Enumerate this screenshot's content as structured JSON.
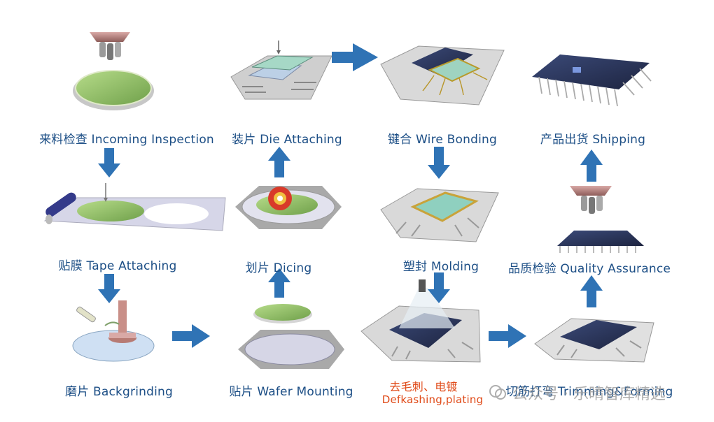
{
  "steps": {
    "incoming": "来料检查 Incoming Inspection",
    "tape": "贴膜 Tape Attaching",
    "backgrinding": "磨片 Backgrinding",
    "wafer_mounting": "贴片 Wafer Mounting",
    "dicing": "划片 Dicing",
    "die_attaching": "装片 Die Attaching",
    "wire_bonding": "键合 Wire Bonding",
    "molding": "塑封 Molding",
    "deflash_cn": "去毛刺、电镀",
    "deflash_en": "Defkashing,plating",
    "trimming": "切筋打弯 Trimming&Forming",
    "quality": "品质检验 Quality Assurance",
    "shipping": "产品出货 Shipping"
  },
  "watermark": "公众号 · 乐晴智库精选",
  "colors": {
    "arrow": "#2f73b5",
    "label": "#1d4f86",
    "highlight": "#e04a18",
    "wafer": "#8fbf62",
    "chip": "#2b3456"
  }
}
